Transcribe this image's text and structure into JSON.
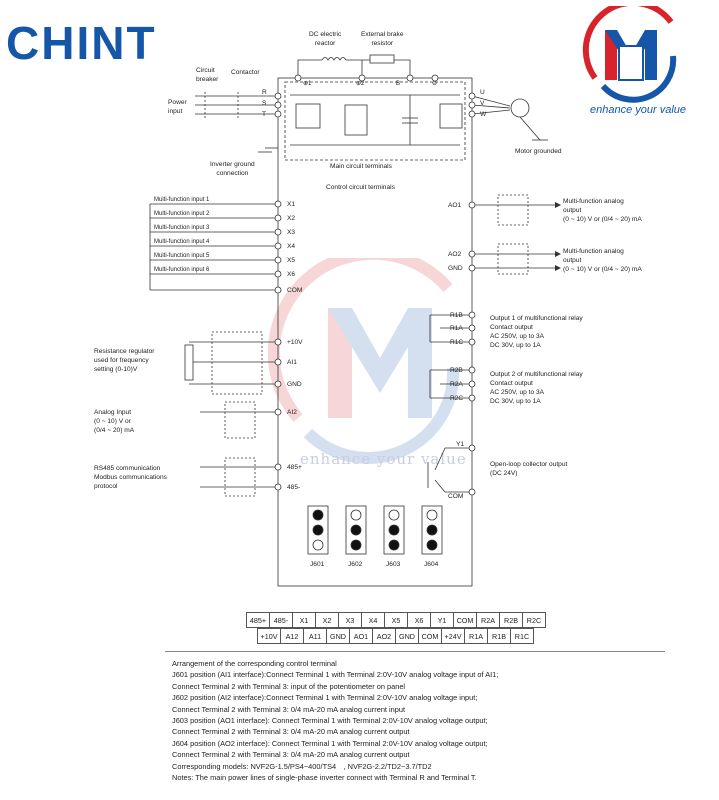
{
  "brand": {
    "name": "CHINT",
    "tagline": "enhance your value",
    "watermark": "enhance your value"
  },
  "main_circuit": {
    "dc_reactor": "DC electric\nreactor",
    "brake_resistor": "External brake\nresistor",
    "breaker": "Circuit\nbreaker",
    "contactor": "Contactor",
    "power_input": "Power\ninput",
    "terminals_in": [
      "R",
      "S",
      "T"
    ],
    "plus1": "⊕1",
    "plus2": "⊕2",
    "b": "B",
    "minus": "⊖",
    "terminals_out": [
      "U",
      "V",
      "W"
    ],
    "motor_ground": "Motor grounded",
    "inverter_ground": "Inverter ground\nconnection",
    "main_terminals": "Main circuit terminals"
  },
  "control": {
    "title": "Control circuit terminals",
    "inputs": [
      "Multi-function input 1",
      "Multi-function input 2",
      "Multi-function input 3",
      "Multi-function input 4",
      "Multi-function input 5",
      "Multi-function input 6"
    ],
    "input_terms": [
      "X1",
      "X2",
      "X3",
      "X4",
      "X5",
      "X6",
      "COM"
    ],
    "resist_label": "Resistance regulator\nused for frequency\nsetting (0-10)V",
    "resist_terms": [
      "+10V",
      "AI1",
      "GND"
    ],
    "analog_label": "Analog Input\n(0 ~ 10) V or\n(0/4 ~ 20) mA",
    "analog_term": "AI2",
    "rs485_label": "RS485 communication\nModbus communications\nprotocol",
    "rs485_terms": [
      "485+",
      "485-"
    ],
    "ao_terms": [
      "AO1",
      "AO2",
      "GND"
    ],
    "ao1_label": "Multi-function analog\noutput\n(0 ~ 10) V or (0/4 ~ 20) mA",
    "ao2_label": "Multi-function analog\noutput\n(0 ~ 10) V or (0/4 ~ 20) mA",
    "relay1_terms": [
      "R1B",
      "R1A",
      "R1C"
    ],
    "relay1_label": "Output 1 of multifunctional relay\nContact output\nAC 250V, up to 3A\nDC 30V, up to 1A",
    "relay2_terms": [
      "R2B",
      "R2A",
      "R2C"
    ],
    "relay2_label": "Output 2 of multifunctional relay\nContact output\nAC 250V, up to 3A\nDC 30V, up to 1A",
    "y_terms": [
      "Y1",
      "COM"
    ],
    "y_label": "Open-loop collector output\n(DC 24V)",
    "jumpers": [
      "J601",
      "J602",
      "J603",
      "J604"
    ]
  },
  "terminal_rows": [
    [
      "485+",
      "485-",
      "X1",
      "X2",
      "X3",
      "X4",
      "X5",
      "X6",
      "Y1",
      "COM",
      "R2A",
      "R2B",
      "R2C"
    ],
    [
      "+10V",
      "A12",
      "A11",
      "GND",
      "AO1",
      "AO2",
      "GND",
      "COM",
      "+24V",
      "R1A",
      "R1B",
      "R1C"
    ]
  ],
  "notes": [
    "Arrangement of the corresponding control terminal",
    "J601 position (AI1 interface):Connect Terminal 1 with Terminal 2:0V-10V analog voltage input of AI1;",
    "Connect Terminal 2 with Terminal 3: input of the potentiometer on panel",
    "J602 position (AI2 interface):Connect Terminal 1 with Terminal 2:0V-10V analog voltage input;",
    "Connect Terminal 2 with Terminal 3: 0/4 mA-20 mA analog current input",
    "J603 position (AO1 interface): Connect Terminal 1 with Terminal 2:0V-10V analog voltage output;",
    "Connect Terminal 2 with Terminal 3: 0/4 mA-20 mA analog current output",
    "J604 position (AO2 interface): Connect Terminal 1 with Terminal 2:0V-10V analog voltage output;",
    "Connect Terminal 2 with Terminal 3: 0/4 mA-20 mA analog current output",
    "Corresponding models: NVF2G-1.5/PS4~400/TS4　, NVF2G-2.2/TD2~3.7/TD2",
    "Notes: The main power lines of single-phase inverter connect with Terminal R and Terminal T."
  ],
  "colors": {
    "brand_blue": "#1556a8",
    "brand_red": "#d8232a",
    "line": "#333333"
  }
}
